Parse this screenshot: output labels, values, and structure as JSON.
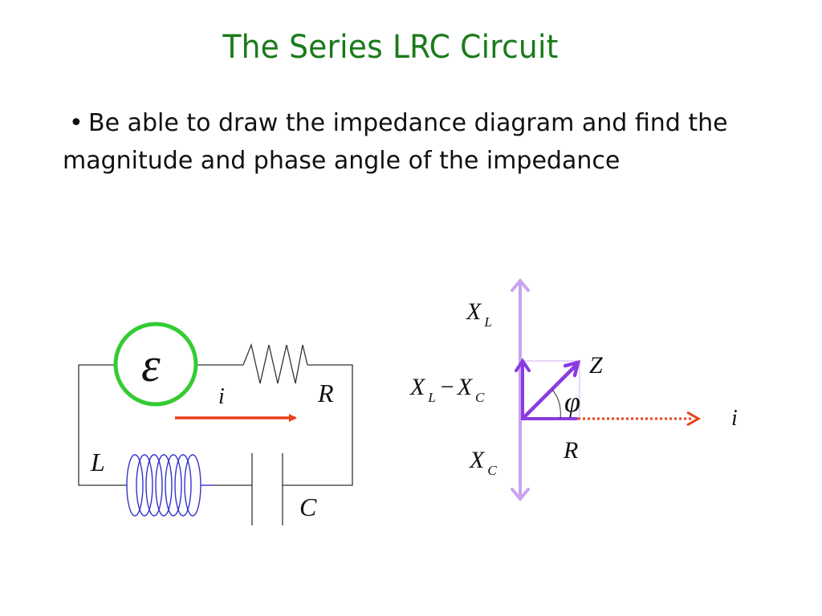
{
  "slide": {
    "title": "The Series LRC Circuit",
    "bullet_marker": "•",
    "bullet_text": "Be able to draw the impedance diagram and find the magnitude and phase angle of the impedance"
  },
  "circuit": {
    "emf_symbol": "ε",
    "current_label": "i",
    "resistor_label": "R",
    "inductor_label": "L",
    "capacitor_label": "C",
    "colors": {
      "emf_ring": "#33cc33",
      "current_arrow": "#e8401a",
      "coil": "#3333cc",
      "wire": "#333333"
    }
  },
  "phasor": {
    "xl_label": "X",
    "xl_sub": "L",
    "diff_x1": "X",
    "diff_sub1": "L",
    "diff_minus": "−",
    "diff_x2": "X",
    "diff_sub2": "C",
    "xc_label": "X",
    "xc_sub": "C",
    "z_label": "Z",
    "phi_label": "φ",
    "r_label": "R",
    "i_label": "i",
    "colors": {
      "reactance_axis": "#c9a3f0",
      "impedance": "#8a3be0",
      "current": "#e8401a"
    }
  }
}
